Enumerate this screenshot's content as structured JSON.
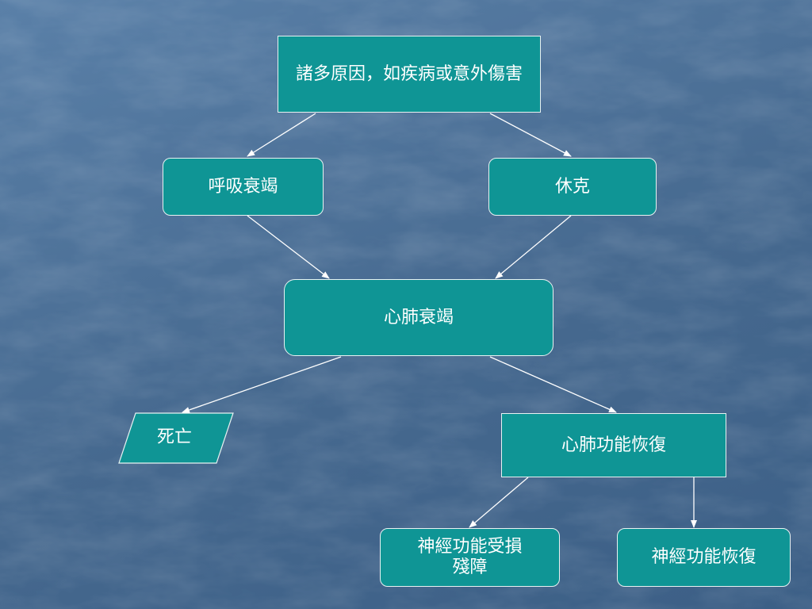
{
  "diagram": {
    "nodes": {
      "cause": "諸多原因，如疾病或意外傷害",
      "respiratory_failure": "呼吸衰竭",
      "shock": "休克",
      "cardiopulmonary_failure": "心肺衰竭",
      "death": "死亡",
      "cardiopulmonary_recovery": "心肺功能恢復",
      "neuro_damage_line1": "神經功能受損",
      "neuro_damage_line2": "殘障",
      "neuro_recovery": "神經功能恢復"
    },
    "edges": [
      [
        "cause",
        "respiratory_failure"
      ],
      [
        "cause",
        "shock"
      ],
      [
        "respiratory_failure",
        "cardiopulmonary_failure"
      ],
      [
        "shock",
        "cardiopulmonary_failure"
      ],
      [
        "cardiopulmonary_failure",
        "death"
      ],
      [
        "cardiopulmonary_failure",
        "cardiopulmonary_recovery"
      ],
      [
        "cardiopulmonary_recovery",
        "neuro_damage"
      ],
      [
        "cardiopulmonary_recovery",
        "neuro_recovery"
      ]
    ],
    "colors": {
      "node_fill": "#0f9595",
      "node_border": "#e8f2f2",
      "text": "#ffffff",
      "arrow": "#ffffff",
      "background": "#4a6f96"
    }
  }
}
